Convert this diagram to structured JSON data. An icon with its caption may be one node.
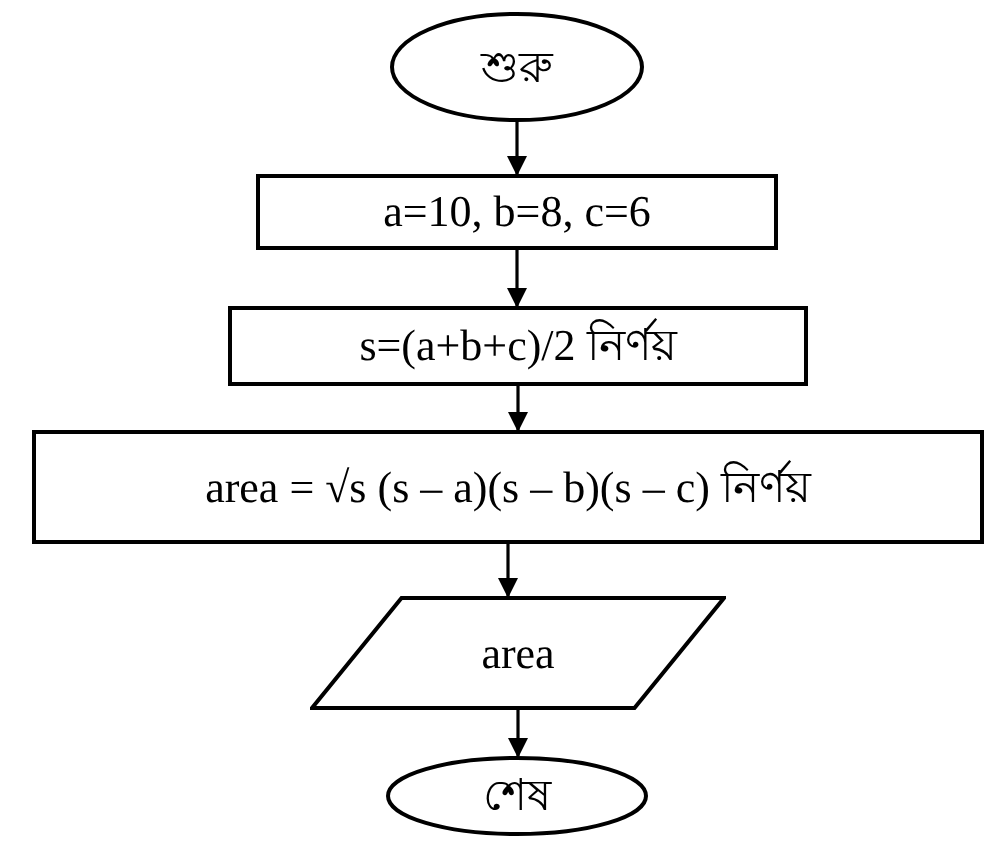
{
  "diagram": {
    "nodes": [
      {
        "text": [
          "শুরু"
        ]
      },
      {
        "text": [
          "a=10, b=8, c=6"
        ]
      },
      {
        "text": [
          "s=(a+b+c)/2 নির্ণয়"
        ]
      },
      {
        "text": [
          "area = √s (s – a)(s – b)(s – c)  নির্ণয়"
        ]
      },
      {
        "text": [
          "area"
        ]
      },
      {
        "text": [
          "শেষ"
        ]
      }
    ],
    "edges": [
      {
        "from": 0,
        "to": 1,
        "arrow": "to"
      },
      {
        "from": 1,
        "to": 2,
        "arrow": "to"
      },
      {
        "from": 2,
        "to": 3,
        "arrow": "to"
      },
      {
        "from": 3,
        "to": 4,
        "arrow": "to"
      },
      {
        "from": 4,
        "to": 5,
        "arrow": "to"
      }
    ]
  }
}
